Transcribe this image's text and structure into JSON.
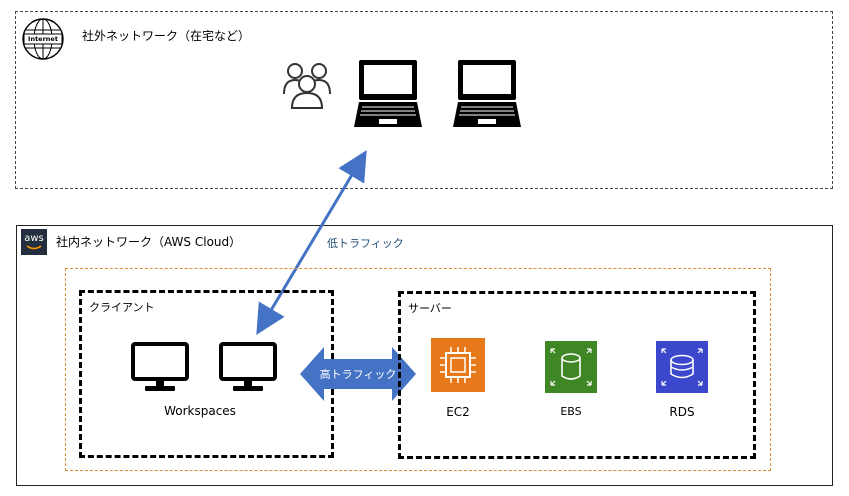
{
  "external_network": {
    "label": "社外ネットワーク（在宅など）",
    "globe_text": "Internet",
    "icons": [
      "globe-icon",
      "users-icon",
      "laptop-icon",
      "laptop-icon"
    ]
  },
  "aws_network": {
    "label": "社内ネットワーク（AWS Cloud）",
    "logo_text": "aws"
  },
  "links": {
    "low_traffic_label": "低トラフィック",
    "high_traffic_label": "高トラフィック"
  },
  "client": {
    "label": "クライアント",
    "workspaces_label": "Workspaces",
    "icons": [
      "monitor-icon",
      "monitor-icon"
    ]
  },
  "server": {
    "label": "サーバー",
    "services": [
      {
        "name": "EC2",
        "color": "#e7791a",
        "icon": "ec2-chip-icon"
      },
      {
        "name": "EBS",
        "color": "#3f8624",
        "icon": "ebs-cylinder-icon"
      },
      {
        "name": "RDS",
        "color": "#3b48cc",
        "icon": "rds-database-icon"
      }
    ]
  },
  "colors": {
    "low_traffic_arrow": "#4472c4",
    "high_traffic_arrow": "#4472c4",
    "zone_outline_orange": "#e08a3c"
  }
}
